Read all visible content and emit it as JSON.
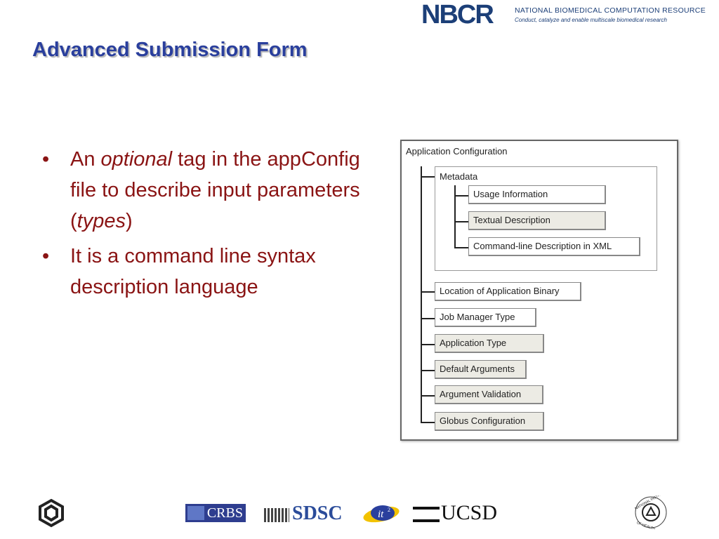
{
  "header": {
    "logo_text": "NBCR",
    "org_name": "NATIONAL BIOMEDICAL COMPUTATION RESOURCE",
    "tagline": "Conduct, catalyze and enable multiscale biomedical research"
  },
  "title": "Advanced Submission Form",
  "bullets": [
    {
      "parts": [
        "An ",
        "optional",
        " tag in the appConfig file to describe input parameters (",
        "types",
        ")"
      ]
    },
    {
      "text": "It is a command line syntax description language"
    }
  ],
  "diagram": {
    "root": "Application Configuration",
    "metadata": {
      "label": "Metadata",
      "children": [
        "Usage Information",
        "Textual Description",
        "Command-line Description in XML"
      ]
    },
    "items": [
      "Location of Application Binary",
      "Job Manager Type",
      "Application Type",
      "Default Arguments",
      "Argument Validation",
      "Globus Configuration"
    ]
  },
  "footer": {
    "crbs": "CRBS",
    "sdsc": "SDSC",
    "ucsd": "UCSD",
    "it_logo": "it²",
    "nih_logo": "NATIONAL INSTITUTES OF HEALTH"
  }
}
